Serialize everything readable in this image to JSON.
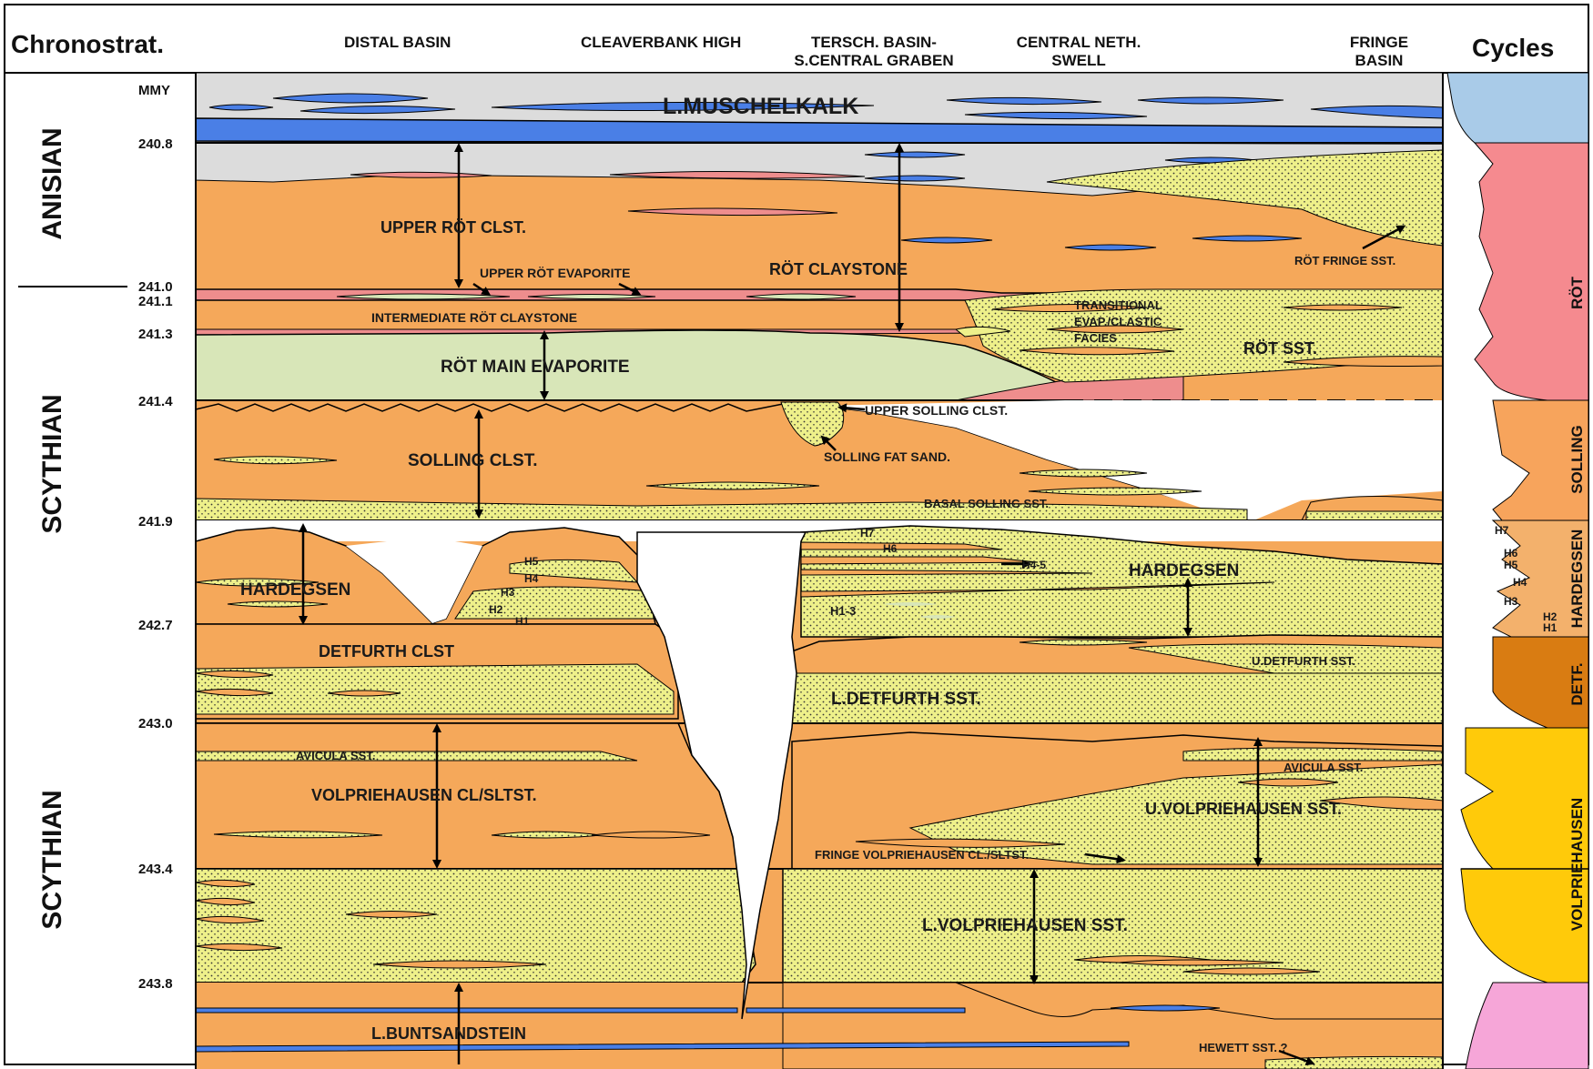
{
  "colors": {
    "claystone": "#f5a85a",
    "sandstone": "#eef08a",
    "evaporite": "#d8e6b8",
    "red_evaporite": "#ee8d8d",
    "limestone": "#4a7fe6",
    "muschelkalk_bg": "#dcdcdc",
    "cycle_muschelkalk": "#a9cbe8",
    "cycle_rot": "#f58a8f",
    "cycle_solling": "#f7a45c",
    "cycle_hardegsen": "#f3b16c",
    "cycle_detfurth": "#d97c12",
    "cycle_volpriehausen": "#ffca0a",
    "cycle_lower": "#f6a6d8"
  },
  "header": {
    "chronostrat": "Chronostrat.",
    "cycles": "Cycles",
    "columns": {
      "distal_basin": "DISTAL BASIN",
      "cleaverbank_high": "CLEAVERBANK HIGH",
      "tersch_1": "TERSCH. BASIN-",
      "tersch_2": "S.CENTRAL GRABEN",
      "central_1": "CENTRAL NETH.",
      "central_2": "SWELL",
      "fringe_1": "FRINGE",
      "fringe_2": "BASIN"
    }
  },
  "ages": {
    "unit": "MMY",
    "a240_8": "240.8",
    "a241_0": "241.0",
    "a241_1": "241.1",
    "a241_3": "241.3",
    "a241_4": "241.4",
    "a241_9": "241.9",
    "a242_7": "242.7",
    "a243_0": "243.0",
    "a243_4": "243.4",
    "a243_8": "243.8"
  },
  "stages": {
    "anisian": "ANISIAN",
    "scythian_upper": "SCYTHIAN",
    "scythian_lower": "SCYTHIAN"
  },
  "units": {
    "muschelkalk": "L.MUSCHELKALK",
    "upper_rot_clst": "UPPER RÖT CLST.",
    "upper_rot_evaporite": "UPPER RÖT EVAPORITE",
    "rot_claystone": "RÖT CLAYSTONE",
    "intermediate_rot": "INTERMEDIATE RÖT CLAYSTONE",
    "rot_main_evaporite": "RÖT MAIN EVAPORITE",
    "transitional_1": "TRANSITIONAL",
    "transitional_2": "EVAP./CLASTIC",
    "transitional_3": "FACIES",
    "rot_sst": "RÖT SST.",
    "rot_fringe_sst": "RÖT FRINGE SST.",
    "upper_solling_clst": "UPPER SOLLING CLST.",
    "solling_fat_sand": "SOLLING FAT SAND.",
    "solling_clst": "SOLLING CLST.",
    "basal_solling_sst": "BASAL SOLLING SST.",
    "hardegsen_left": "HARDEGSEN",
    "hardegsen_right": "HARDEGSEN",
    "h1": "H1",
    "h2": "H2",
    "h3": "H3",
    "h4": "H4",
    "h5": "H5",
    "h6": "H6",
    "h7": "H7",
    "h4_5": "H4-5",
    "h1_3": "H1-3",
    "detfurth_clst": "DETFURTH CLST",
    "u_detfurth_sst": "U.DETFURTH SST.",
    "l_detfurth_sst": "L.DETFURTH SST.",
    "avicula_left": "AVICULA SST.",
    "avicula_right": "AVICULA SST.",
    "volpriehausen_cl": "VOLPRIEHAUSEN CL/SLTST.",
    "u_volpriehausen_sst": "U.VOLPRIEHAUSEN SST.",
    "fringe_volpriehausen": "FRINGE VOLPRIEHAUSEN CL./SLTST.",
    "l_volpriehausen_sst": "L.VOLPRIEHAUSEN SST.",
    "l_buntsandstein": "L.BUNTSANDSTEIN",
    "hewett_sst": "HEWETT  SST. ?"
  },
  "cycles": {
    "rot": "RÖT",
    "solling": "SOLLING",
    "hardegsen": "HARDEGSEN",
    "detfurth": "DETF.",
    "volpriehausen": "VOLPRIEHAUSEN",
    "h7": "H7",
    "h6": "H6",
    "h5": "H5",
    "h4": "H4",
    "h3": "H3",
    "h2": "H2",
    "h1": "H1"
  }
}
